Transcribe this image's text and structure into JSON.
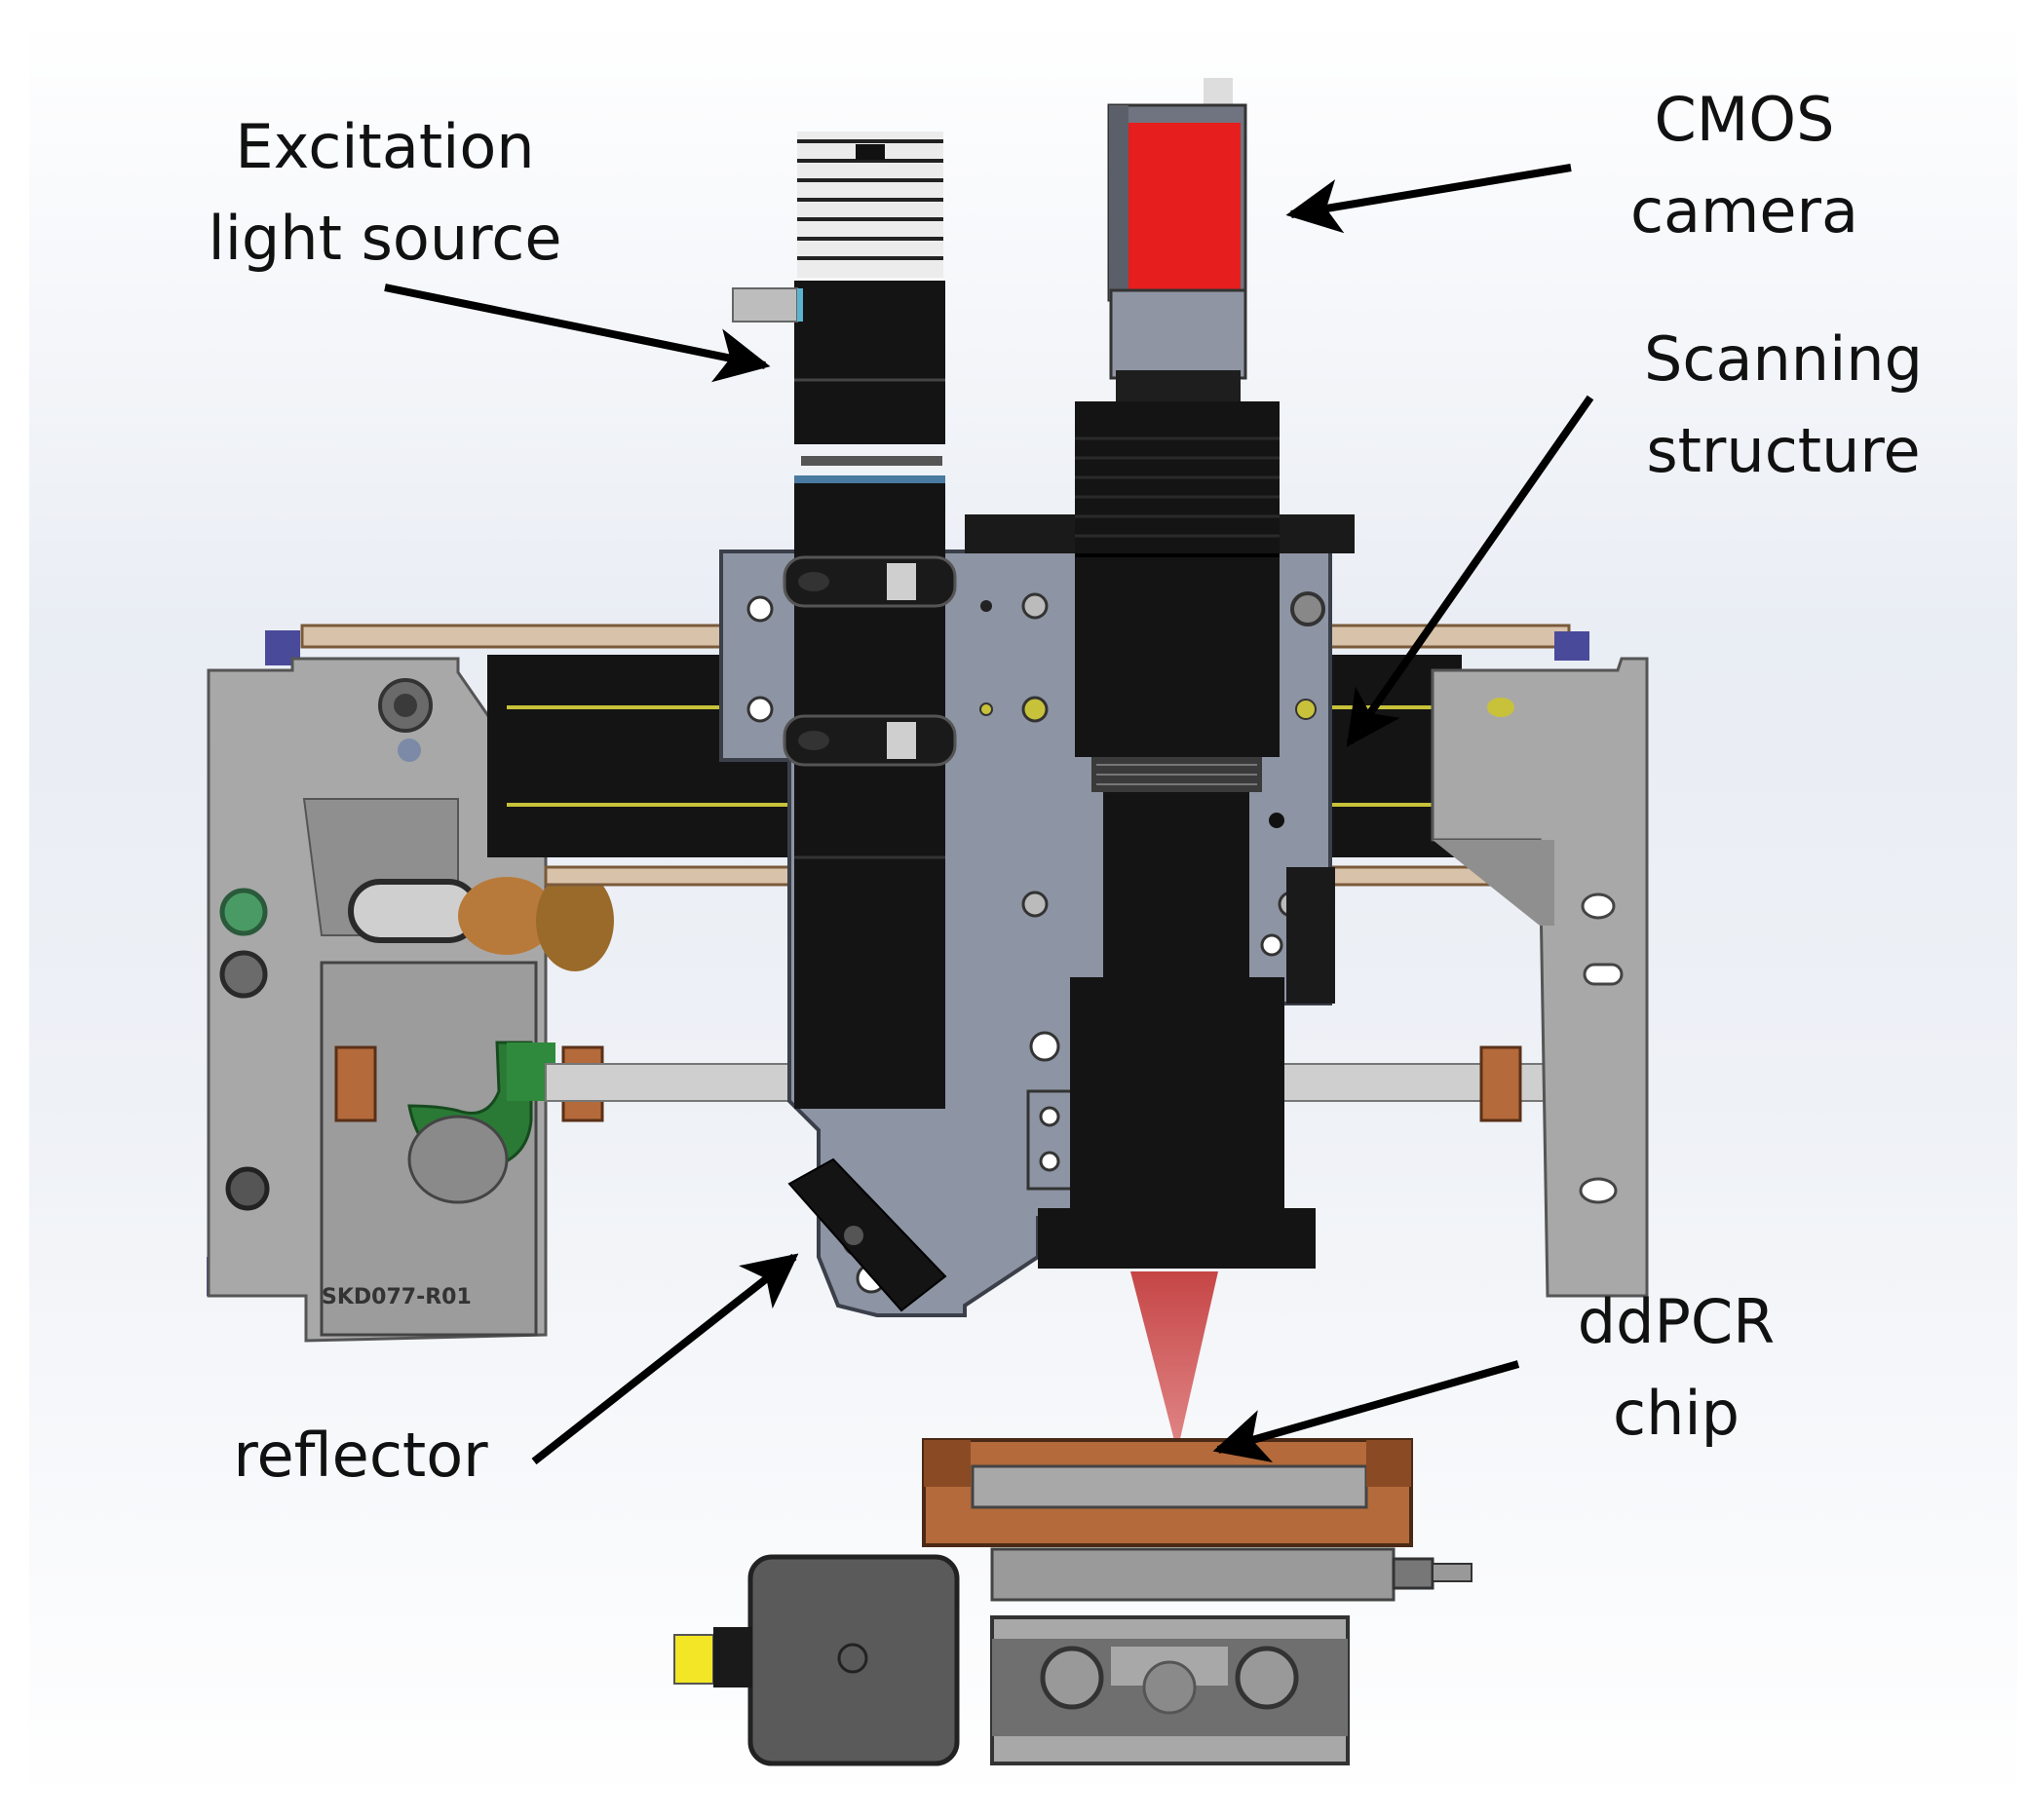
{
  "labels": {
    "excitation": [
      "Excitation",
      "light source"
    ],
    "cmos": [
      "CMOS",
      "camera"
    ],
    "scanning": [
      "Scanning",
      "structure"
    ],
    "reflector": [
      "reflector"
    ],
    "ddpcr": [
      "ddPCR",
      "chip"
    ]
  },
  "part_marking": "SKD077-R01",
  "colors": {
    "camera_red": "#e61e1e",
    "beam_red": "#c33c3c",
    "frame_gray": "#a8a8a8",
    "plate_blue_gray": "#8d94a3",
    "black_parts": "#141414",
    "copper": "#b46a3a",
    "green_part": "#2a7a36",
    "blue_feet": "#4a4a9a",
    "yellow_connector": "#f2e626"
  }
}
